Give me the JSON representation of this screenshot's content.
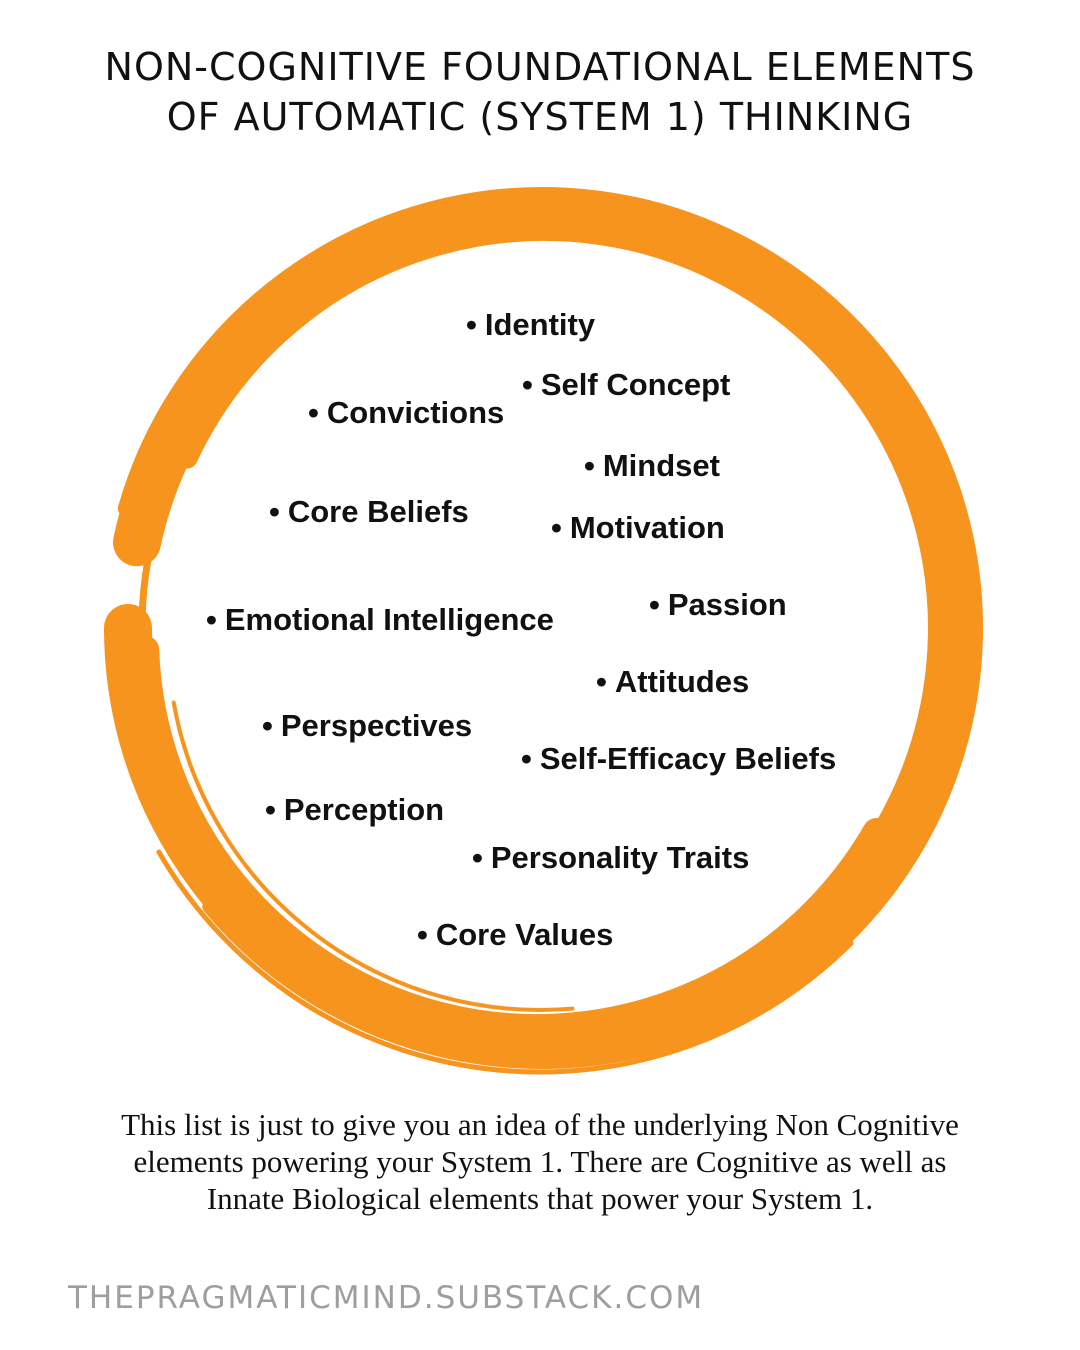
{
  "title": {
    "line1": "NON-COGNITIVE FOUNDATIONAL ELEMENTS",
    "line2": "OF AUTOMATIC (SYSTEM 1) THINKING"
  },
  "colors": {
    "ring": "#F7941D",
    "text": "#111111",
    "footer": "#9E9E9E",
    "background": "#FFFFFF"
  },
  "bullet_symbol": "•",
  "elements": [
    "Identity",
    "Self Concept",
    "Convictions",
    "Mindset",
    "Core Beliefs",
    "Motivation",
    "Passion",
    "Emotional Intelligence",
    "Attitudes",
    "Perspectives",
    "Self-Efficacy Beliefs",
    "Perception",
    "Personality Traits",
    "Core Values"
  ],
  "caption": {
    "line1": "This list is just to give you an idea of the underlying Non Cognitive",
    "line2": "elements powering your System 1. There are Cognitive as well as",
    "line3": "Innate Biological elements that power your System 1."
  },
  "footer": "THEPRAGMATICMIND.SUBSTACK.COM"
}
